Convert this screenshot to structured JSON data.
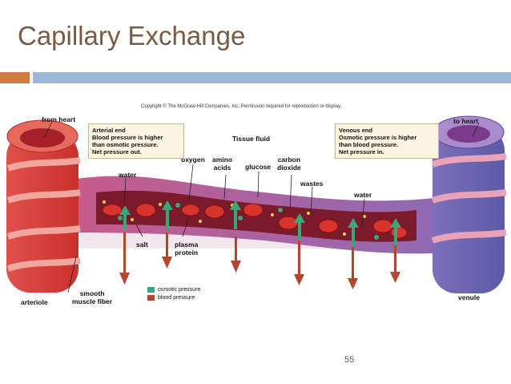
{
  "slide": {
    "title": "Capillary Exchange",
    "copyright": "Copyright © The McGraw-Hill Companies, Inc. Permission required for reproduction or display.",
    "page_number": "55"
  },
  "labels": {
    "from_heart": "from heart",
    "to_heart": "to heart",
    "tissue_fluid": "Tissue fluid",
    "oxygen": "oxygen",
    "amino_acids": "amino\nacids",
    "glucose": "glucose",
    "carbon_dioxide": "carbon\ndioxide",
    "wastes": "wastes",
    "water_left": "water",
    "water_right": "water",
    "salt": "salt",
    "plasma_protein": "plasma\nprotein",
    "arteriole": "arteriole",
    "smooth_muscle_fiber": "smooth\nmuscle fiber",
    "venule": "venule"
  },
  "arterial_box": {
    "heading": "Arterial end",
    "line1": "Blood pressure is higher",
    "line2": "than osmotic pressure.",
    "line3": "Net pressure out."
  },
  "venous_box": {
    "heading": "Venous end",
    "line1": "Osmotic pressure is higher",
    "line2": "than blood pressure.",
    "line3": "Net pressure in."
  },
  "legend": {
    "osmotic": "osmotic pressure",
    "blood": "blood pressure"
  },
  "colors": {
    "osmotic": "#3aa67a",
    "blood": "#b2472e",
    "artery": "#d9453e",
    "vein": "#6c6fb8",
    "title": "#7a5a44",
    "accent_orange": "#d47a3e",
    "accent_blue": "#9db7d6"
  }
}
